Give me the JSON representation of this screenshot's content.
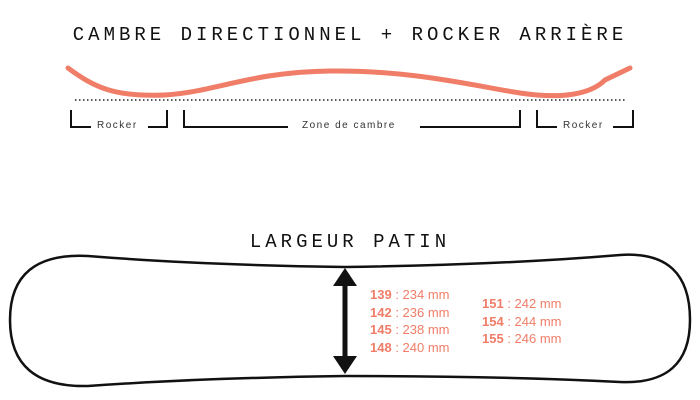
{
  "camber": {
    "title": "CAMBRE DIRECTIONNEL + ROCKER ARRIÈRE",
    "zones": {
      "left": "Rocker",
      "center": "Zone de cambre",
      "right": "Rocker"
    }
  },
  "width": {
    "title": "LARGEUR PATIN",
    "sizes_left": [
      {
        "size": "139",
        "sep": " : ",
        "width": "234 mm"
      },
      {
        "size": "142",
        "sep": " : ",
        "width": "236 mm"
      },
      {
        "size": "145",
        "sep": " : ",
        "width": "238 mm"
      },
      {
        "size": "148",
        "sep": " : ",
        "width": "240 mm"
      }
    ],
    "sizes_right": [
      {
        "size": "151",
        "sep": " : ",
        "width": "242 mm"
      },
      {
        "size": "154",
        "sep": " : ",
        "width": "244 mm"
      },
      {
        "size": "155",
        "sep": " : ",
        "width": "246 mm"
      }
    ]
  },
  "colors": {
    "accent": "#f07d68",
    "ink": "#111111"
  }
}
